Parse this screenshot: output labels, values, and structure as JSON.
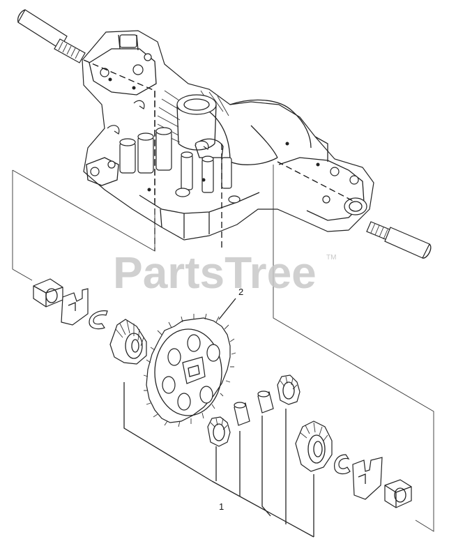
{
  "watermark": {
    "text": "PartsTree",
    "mark": "TM"
  },
  "callouts": [
    {
      "id": "1",
      "label": "1"
    },
    {
      "id": "2",
      "label": "2"
    }
  ]
}
